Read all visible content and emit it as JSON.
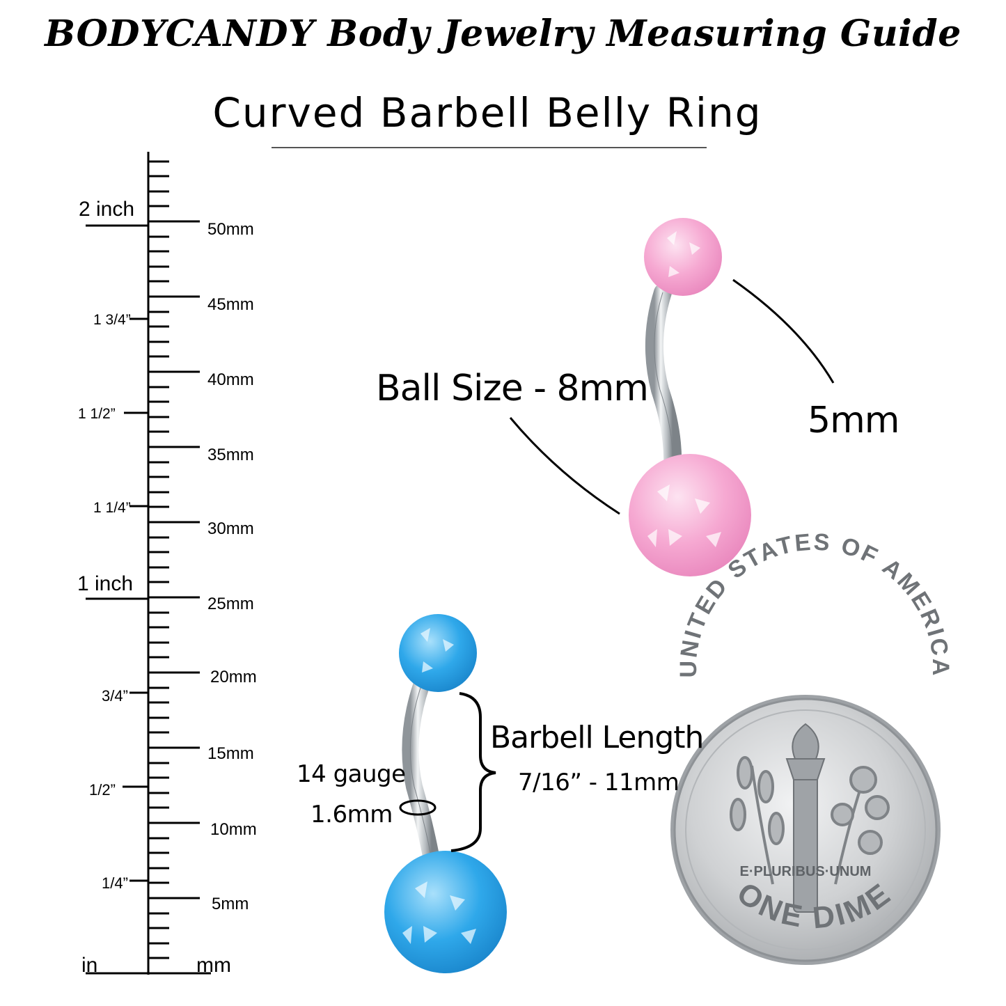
{
  "header": {
    "title": "BODYCANDY Body Jewelry Measuring Guide",
    "subtitle": "Curved Barbell Belly Ring"
  },
  "ruler": {
    "unit_left": "in",
    "unit_right": "mm",
    "mm_labels": [
      "50mm",
      "45mm",
      "40mm",
      "35mm",
      "30mm",
      "25mm",
      "20mm",
      "15mm",
      "10mm",
      "5mm"
    ],
    "inch_labels": [
      "2 inch",
      "1 3/4”",
      "1 1/2”",
      "1 1/4”",
      "1 inch",
      "3/4”",
      "1/2”",
      "1/4”"
    ]
  },
  "annotations": {
    "ball_size": "Ball Size - 8mm",
    "ball_size_small": "5mm",
    "barbell_length_title": "Barbell Length",
    "barbell_length_value": "7/16” - 11mm",
    "gauge_line1": "14 gauge",
    "gauge_line2": "1.6mm"
  },
  "coin": {
    "top_text": "UNITED STATES OF AMERICA",
    "motto": "E·PLURIBUS·UNUM",
    "bottom_text": "ONE DIME"
  },
  "colors": {
    "pink_ball": "#f6a9d2",
    "blue_ball": "#2fa8ea",
    "steel": "#cfd3d6",
    "coin": "#c9cbcd"
  }
}
